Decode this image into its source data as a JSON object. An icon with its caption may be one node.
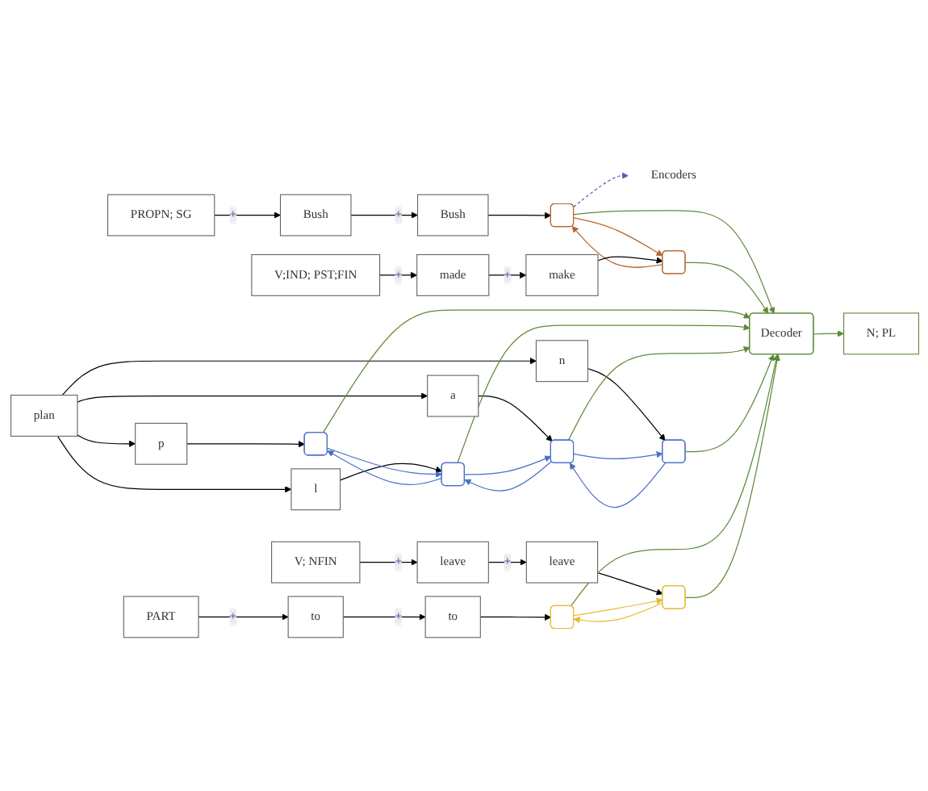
{
  "diagram": {
    "nodes": [
      {
        "text": [
          "PROPN; SG"
        ]
      },
      {
        "text": [
          "Bush"
        ]
      },
      {
        "text": [
          "Bush"
        ]
      },
      {
        "text": [],
        "shape": "box"
      },
      {
        "text": [
          "Encoders"
        ]
      },
      {
        "text": [
          "V;IND; PST;FIN"
        ]
      },
      {
        "text": [
          "made"
        ]
      },
      {
        "text": [
          "make"
        ]
      },
      {
        "text": [],
        "shape": "box"
      },
      {
        "text": [
          "p"
        ]
      },
      {
        "text": [],
        "shape": "box"
      },
      {
        "text": [
          "l"
        ]
      },
      {
        "text": [],
        "shape": "box"
      },
      {
        "text": [
          "Decoder"
        ]
      },
      {
        "text": [
          "plan"
        ]
      },
      {
        "text": [
          "a"
        ]
      },
      {
        "text": [],
        "shape": "box"
      },
      {
        "text": [
          "n"
        ]
      },
      {
        "text": [],
        "shape": "box"
      },
      {
        "text": [
          "N; PL"
        ]
      },
      {
        "text": [
          "PART"
        ]
      },
      {
        "text": [
          "to"
        ]
      },
      {
        "text": [
          "to"
        ]
      },
      {
        "text": [],
        "shape": "box"
      },
      {
        "text": [
          "V; NFIN"
        ]
      },
      {
        "text": [
          "leave"
        ]
      },
      {
        "text": [
          "leave"
        ]
      },
      {
        "text": [],
        "shape": "box"
      }
    ],
    "edges": [
      {
        "from": 0,
        "to": 1,
        "arrow": "to",
        "label": "+"
      },
      {
        "from": 1,
        "to": 2,
        "arrow": "to",
        "label": "+"
      },
      {
        "from": 2,
        "to": 3,
        "arrow": "to"
      },
      {
        "from": 3,
        "to": 4,
        "arrow": "to",
        "style": "dashed",
        "color": "#7b4fb3"
      },
      {
        "from": 3,
        "to": 8,
        "arrow": "to",
        "color": "#b5652e"
      },
      {
        "from": 8,
        "to": 3,
        "arrow": "to",
        "color": "#b5652e"
      },
      {
        "from": 3,
        "to": 13,
        "arrow": "to",
        "color": "#5e8a3a"
      },
      {
        "from": 5,
        "to": 6,
        "arrow": "to",
        "label": "+"
      },
      {
        "from": 6,
        "to": 7,
        "arrow": "to",
        "label": "+"
      },
      {
        "from": 7,
        "to": 8,
        "arrow": "to"
      },
      {
        "from": 8,
        "to": 13,
        "arrow": "to",
        "color": "#5e8a3a"
      },
      {
        "from": 14,
        "to": 9,
        "arrow": "to"
      },
      {
        "from": 14,
        "to": 11,
        "arrow": "to"
      },
      {
        "from": 14,
        "to": 15,
        "arrow": "to"
      },
      {
        "from": 14,
        "to": 17,
        "arrow": "to"
      },
      {
        "from": 9,
        "to": 10,
        "arrow": "to"
      },
      {
        "from": 11,
        "to": 12,
        "arrow": "to"
      },
      {
        "from": 15,
        "to": 16,
        "arrow": "to"
      },
      {
        "from": 17,
        "to": 18,
        "arrow": "to"
      },
      {
        "from": 10,
        "to": 12,
        "arrow": "to",
        "color": "#4a6fc4"
      },
      {
        "from": 12,
        "to": 10,
        "arrow": "to",
        "color": "#4a6fc4"
      },
      {
        "from": 12,
        "to": 16,
        "arrow": "to",
        "color": "#4a6fc4"
      },
      {
        "from": 16,
        "to": 12,
        "arrow": "to",
        "color": "#4a6fc4"
      },
      {
        "from": 16,
        "to": 18,
        "arrow": "to",
        "color": "#4a6fc4"
      },
      {
        "from": 18,
        "to": 16,
        "arrow": "to",
        "color": "#4a6fc4"
      },
      {
        "from": 10,
        "to": 13,
        "arrow": "to",
        "color": "#5e8a3a"
      },
      {
        "from": 12,
        "to": 13,
        "arrow": "to",
        "color": "#5e8a3a"
      },
      {
        "from": 16,
        "to": 13,
        "arrow": "to",
        "color": "#5e8a3a"
      },
      {
        "from": 18,
        "to": 13,
        "arrow": "to",
        "color": "#5e8a3a"
      },
      {
        "from": 13,
        "to": 19,
        "arrow": "to",
        "color": "#5e8a3a"
      },
      {
        "from": 20,
        "to": 21,
        "arrow": "to",
        "label": "+"
      },
      {
        "from": 21,
        "to": 22,
        "arrow": "to",
        "label": "+"
      },
      {
        "from": 22,
        "to": 23,
        "arrow": "to"
      },
      {
        "from": 24,
        "to": 25,
        "arrow": "to",
        "label": "+"
      },
      {
        "from": 25,
        "to": 26,
        "arrow": "to",
        "label": "+"
      },
      {
        "from": 26,
        "to": 27,
        "arrow": "to"
      },
      {
        "from": 23,
        "to": 27,
        "arrow": "to",
        "color": "#e8b830"
      },
      {
        "from": 27,
        "to": 23,
        "arrow": "to",
        "color": "#e8b830"
      },
      {
        "from": 23,
        "to": 13,
        "arrow": "to",
        "color": "#5e8a3a"
      },
      {
        "from": 27,
        "to": 13,
        "arrow": "to",
        "color": "#5e8a3a"
      }
    ]
  }
}
